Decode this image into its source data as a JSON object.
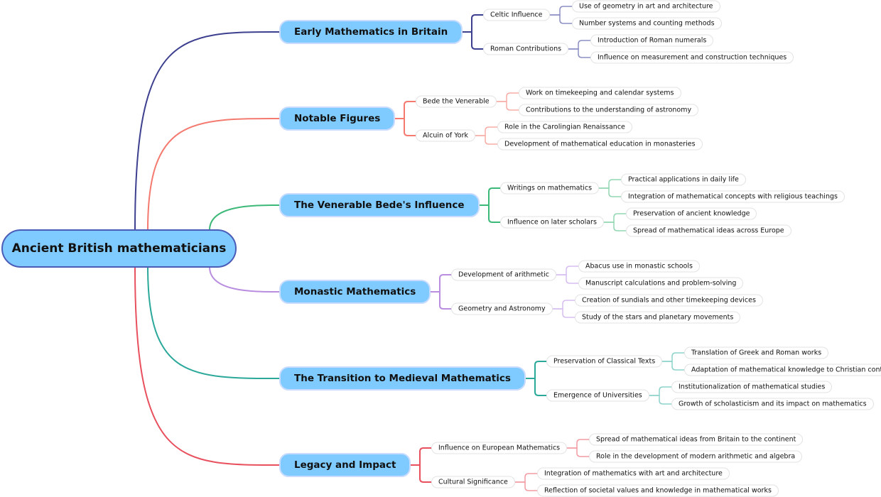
{
  "root": {
    "label": "Ancient British mathematicians"
  },
  "branches": [
    {
      "label": "Early Mathematics in Britain",
      "color": "#3d3f8f",
      "light": "#8c8fc4",
      "children": [
        {
          "label": "Celtic Influence",
          "children": [
            "Use of geometry in art and architecture",
            "Number systems and counting methods"
          ]
        },
        {
          "label": "Roman Contributions",
          "children": [
            "Introduction of Roman numerals",
            "Influence on measurement and construction techniques"
          ]
        }
      ]
    },
    {
      "label": "Notable Figures",
      "color": "#f47a70",
      "light": "#f7ada7",
      "children": [
        {
          "label": "Bede the Venerable",
          "children": [
            "Work on timekeeping and calendar systems",
            "Contributions to the understanding of astronomy"
          ]
        },
        {
          "label": "Alcuin of York",
          "children": [
            "Role in the Carolingian Renaissance",
            "Development of mathematical education in monasteries"
          ]
        }
      ]
    },
    {
      "label": "The Venerable Bede's Influence",
      "color": "#3cb878",
      "light": "#93d6b2",
      "children": [
        {
          "label": "Writings on mathematics",
          "children": [
            "Practical applications in daily life",
            "Integration of mathematical concepts with religious teachings"
          ]
        },
        {
          "label": "Influence on later scholars",
          "children": [
            "Preservation of ancient knowledge",
            "Spread of mathematical ideas across Europe"
          ]
        }
      ]
    },
    {
      "label": "Monastic Mathematics",
      "color": "#b98ee0",
      "light": "#d6bdf0",
      "children": [
        {
          "label": "Development of arithmetic",
          "children": [
            "Abacus use in monastic schools",
            "Manuscript calculations and problem-solving"
          ]
        },
        {
          "label": "Geometry and Astronomy",
          "children": [
            "Creation of sundials and other timekeeping devices",
            "Study of the stars and planetary movements"
          ]
        }
      ]
    },
    {
      "label": "The Transition to Medieval Mathematics",
      "color": "#2aa89a",
      "light": "#8dd3cb",
      "children": [
        {
          "label": "Preservation of Classical Texts",
          "children": [
            "Translation of Greek and Roman works",
            "Adaptation of mathematical knowledge to Christian context"
          ]
        },
        {
          "label": "Emergence of Universities",
          "children": [
            "Institutionalization of mathematical studies",
            "Growth of scholasticism and its impact on mathematics"
          ]
        }
      ]
    },
    {
      "label": "Legacy and Impact",
      "color": "#e8505e",
      "light": "#f29ca4",
      "children": [
        {
          "label": "Influence on European Mathematics",
          "children": [
            "Spread of mathematical ideas from Britain to the continent",
            "Role in the development of modern arithmetic and algebra"
          ]
        },
        {
          "label": "Cultural Significance",
          "children": [
            "Integration of mathematics with art and architecture",
            "Reflection of societal values and knowledge in mathematical works"
          ]
        }
      ]
    }
  ]
}
